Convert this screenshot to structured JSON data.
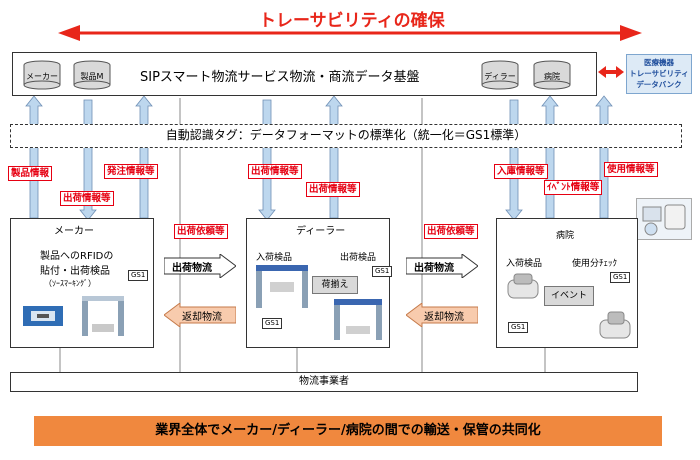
{
  "title": "トレーサビリティの確保",
  "platform": {
    "label": "SIPスマート物流サービス物流・商流データ基盤",
    "db_left": [
      "メーカー",
      "製品M"
    ],
    "db_right": [
      "ディラー",
      "病院"
    ],
    "bank_lines": [
      "医療機器",
      "トレーサビリティ",
      "データバンク"
    ]
  },
  "tag_band": "自動認識タグ：データフォーマットの標準化（統一化＝GS1標準）",
  "info_labels": {
    "seihin_info": "製品情報",
    "shukka_info_1": "出荷情報等",
    "hacchu_info": "発注情報等",
    "shukka_info_2": "出荷情報等",
    "shukka_info_3": "出荷情報等",
    "nyuko_info": "入庫情報等",
    "event_info": "ｲﾍﾞﾝﾄ情報等",
    "shiyo_info": "使用情報等",
    "shukka_irai_1": "出荷依頼等",
    "shukka_irai_2": "出荷依頼等"
  },
  "maker": {
    "title": "メーカー",
    "desc_lines": [
      "製品へのRFIDの",
      "貼付・出荷検品",
      "（ｿｰｽﾏｰｷﾝｸﾞ）"
    ],
    "gs1": "GS1"
  },
  "dealer": {
    "title": "ディーラー",
    "nyuka": "入荷検品",
    "shukka": "出荷検品",
    "nisoroe": "荷揃え",
    "gs1_a": "GS1",
    "gs1_b": "GS1"
  },
  "hospital": {
    "title": "病院",
    "nyuka": "入荷検品",
    "shiyo": "使用分ﾁｪｯｸ",
    "event": "イベント",
    "gs1_a": "GS1",
    "gs1_b": "GS1"
  },
  "flows": {
    "shukka_1": "出荷物流",
    "henkyaku_1": "返却物流",
    "shukka_2": "出荷物流",
    "henkyaku_2": "返却物流"
  },
  "carrier": "物流事業者",
  "footer": "業界全体でメーカー/ディーラー/病院の間での輸送・保管の共同化",
  "colors": {
    "red": "#e8261a",
    "footer_orange": "#f0883e",
    "arrow_blue": "#bdd7ee",
    "tag_red": "#e60012",
    "henkyaku_fill": "#f8cbad"
  }
}
